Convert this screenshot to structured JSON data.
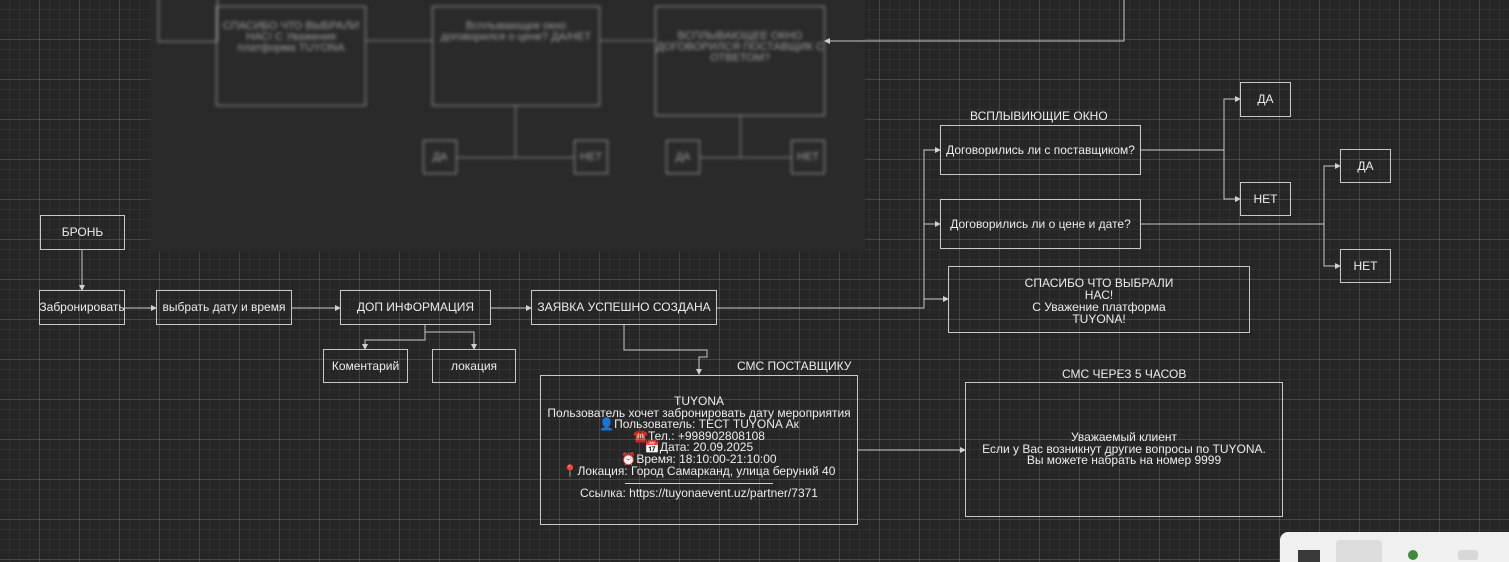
{
  "background_top": {
    "box1": "СПАСИБО ЧТО ВЫБРАЛИ НАС! С Уважения платформа TUYONA",
    "box2": "Всплывающее окно договорился о цене? ДА/НЕТ",
    "box3": "ВСПЛЫВАЮЩЕЕ ОКНО ДОГОВОРИЛСЯ ПОСТАВЩИК С ОТВЕТОМ?",
    "yes1": "ДА",
    "no1": "НЕТ",
    "yes2": "ДА",
    "no2": "НЕТ"
  },
  "nodes": {
    "bron": "БРОНЬ",
    "zabronirovat": "Забронировать",
    "vybrat_datu": "выбрать дату и время",
    "dop_info": "ДОП ИНФОРМАЦИЯ",
    "zayavka": "ЗАЯВКА УСПЕШНО СОЗДАНА",
    "komentariy": "Коментарий",
    "lokatsiya": "локация",
    "q_postavshik": "Договорились ли с поставщиком?",
    "q_tsena": "Договорились ли о цене и дате?",
    "da1": "ДА",
    "net1": "НЕТ",
    "da2": "ДА",
    "net2": "НЕТ"
  },
  "labels": {
    "vsplyv": "ВСПЛЫВИЮЩИЕ ОКНО",
    "sms_postavshiku": "СМС ПОСТАВЩИКУ",
    "sms_5h": "СМС ЧЕРЕЗ 5 ЧАСОВ"
  },
  "thanks": {
    "line1": "СПАСИБО ЧТО ВЫБРАЛИ",
    "line2": "НАС!",
    "line3": "С Уважение платформа",
    "line4": "TUYONA!"
  },
  "sms": {
    "title": "TUYONA",
    "line1": "Пользователь хочет забронировать дату мероприятия",
    "user": "👤Пользователь: ТЕСТ TUYONA Ак",
    "phone": "☎️Тел.: +998902808108",
    "date": "📅Дата: 20.09.2025",
    "time": "⏰Время: 18:10:00-21:10:00",
    "location": "📍Локация: Город Самарканд, улица беруний 40",
    "link": "Ссылка: https://tuyonaevent.uz/partner/7371"
  },
  "sms5": {
    "line1": "Уважаемый клиент",
    "line2": "Если у Вас возникнут другие вопросы по TUYONA.",
    "line3": "Вы можете набрать на номер 9999"
  }
}
